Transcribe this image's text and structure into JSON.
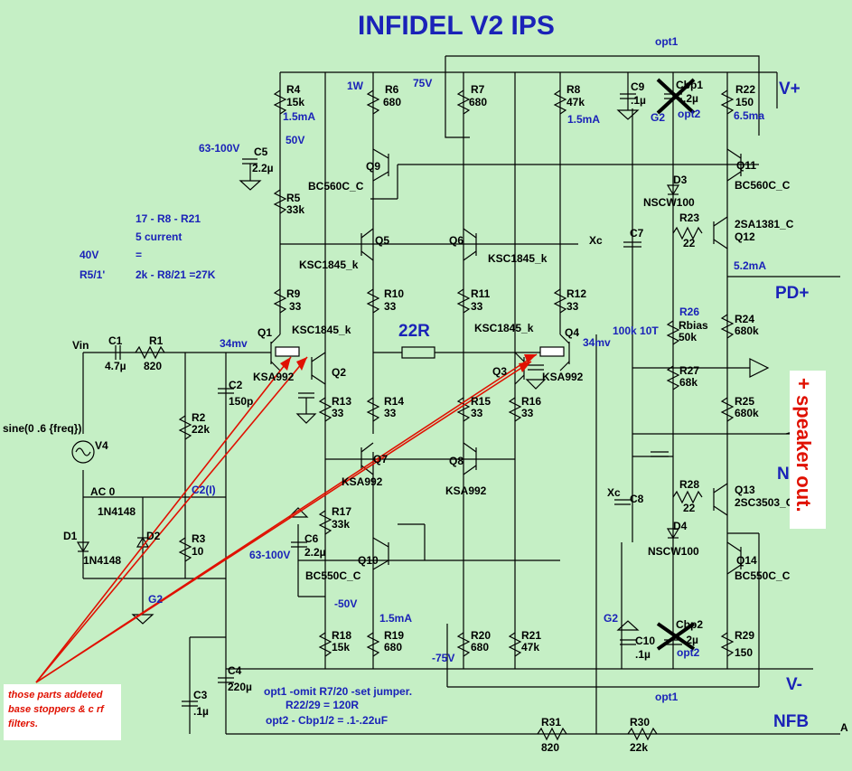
{
  "title": "INFIDEL V2 IPS",
  "power_labels": {
    "vplus": "V+",
    "vminus": "V-",
    "pdplus": "PD+",
    "nfb": "NFB",
    "n": "N",
    "a": "A"
  },
  "speaker_label": "+ speaker out.",
  "note": "those parts addeted base stoppers & c rf filters.",
  "labels": {
    "opt1_top": "opt1",
    "opt1_bot": "opt1",
    "opt2_top": "opt2",
    "opt2_bot": "opt2",
    "r4": "R4",
    "r4v": "15k",
    "r4i": "1.5mA",
    "v50": "50V",
    "w1": "1W",
    "r6": "R6",
    "r6v": "680",
    "v75": "75V",
    "r7": "R7",
    "r7v": "680",
    "r8": "R8",
    "r8v": "47k",
    "r8i": "1.5mA",
    "c9": "C9",
    "c9v": ".1µ",
    "cbp1": "Cbp1",
    "cbp1v": ".2µ",
    "g2a": "G2",
    "r22": "R22",
    "r22v": "150",
    "r22i": "6.5ma",
    "v63a": "63-100V",
    "c5": "C5",
    "c5v": "2.2µ",
    "q9": "Q9",
    "bc560a": "BC560C_C",
    "q11": "Q11",
    "bc560b": "BC560C_C",
    "d3": "D3",
    "nscw1": "NSCW100",
    "r5": "R5",
    "r5v": "33k",
    "r23": "R23",
    "r23v": "22",
    "sa1381": "2SA1381_C",
    "q12": "Q12",
    "n1": "17 - R8 - R21",
    "n2": "5 current",
    "n3": "40V",
    "n3b": "=",
    "n4": "R5/1'",
    "n5": "2k - R8/21 =27K",
    "q5": "Q5",
    "ksc1845a": "KSC1845_k",
    "q6": "Q6",
    "ksc1845b": "KSC1845_k",
    "xc1": "Xc",
    "c7": "C7",
    "i52": "5.2mA",
    "r9": "R9",
    "r9v": "33",
    "r10": "R10",
    "r10v": "33",
    "r11": "R11",
    "r11v": "33",
    "r12": "R12",
    "r12v": "33",
    "r26": "R26",
    "rbias": "Rbias",
    "r26v": "50k",
    "vin": "Vin",
    "c1": "C1",
    "c1v": "4.7µ",
    "r1": "R1",
    "r1v": "820",
    "mv34a": "34mv",
    "q1": "Q1",
    "ksc1845c": "KSC1845_k",
    "r22ohm": "22R",
    "ksc1845d": "KSC1845_k",
    "q4": "Q4",
    "mv34b": "34mv",
    "k100": "100k 10T",
    "r24": "R24",
    "r24v": "680k",
    "ksa992a": "KSA992",
    "q2": "Q2",
    "q3": "Q3",
    "ksa992b": "KSA992",
    "c2": "C2",
    "c2v": "150p",
    "r27": "R27",
    "r27v": "68k",
    "sine": "sine(0 .6 {freq})",
    "r2": "R2",
    "r2v": "22k",
    "r13": "R13",
    "r13v": "33",
    "r14": "R14",
    "r14v": "33",
    "r15": "R15",
    "r15v": "33",
    "r16": "R16",
    "r16v": "33",
    "r25": "R25",
    "r25v": "680k",
    "v4": "V4",
    "q7": "Q7",
    "ksa992c": "KSA992",
    "q8": "Q8",
    "ksa992d": "KSA992",
    "ac0": "AC 0",
    "c2i": "C2(I)",
    "xc2": "Xc",
    "c8": "C8",
    "r28": "R28",
    "r28v": "22",
    "q13": "Q13",
    "sc3503": "2SC3503_C",
    "n1n4148a": "1N4148",
    "d2": "D2",
    "d1": "D1",
    "n1n4148b": "1N4148",
    "r3": "R3",
    "r3v": "10",
    "r17": "R17",
    "r17v": "33k",
    "c6": "C6",
    "c6v": "2.2µ",
    "v63b": "63-100V",
    "q10": "Q10",
    "bc550a": "BC550C_C",
    "d4": "D4",
    "nscw2": "NSCW100",
    "q14": "Q14",
    "bc550b": "BC550C_C",
    "g2b": "G2",
    "v50n": "-50V",
    "i15c": "1.5mA",
    "g2c": "G2",
    "cbp2": "Cbp2",
    "cbp2v": ".2µ",
    "c10": "C10",
    "c10v": ".1µ",
    "r18": "R18",
    "r18v": "15k",
    "r19": "R19",
    "r19v": "680",
    "r20": "R20",
    "r20v": "680",
    "r21": "R21",
    "r21v": "47k",
    "r29": "R29",
    "r29v": "150",
    "v75n": "-75V",
    "c4": "C4",
    "c4v": "220µ",
    "c3": "C3",
    "c3v": ".1µ",
    "opt1note": "opt1 -omit R7/20 -set jumper.",
    "r2229": "R22/29 = 120R",
    "opt2note": "opt2 - Cbp1/2 = .1-.22uF",
    "r31": "R31",
    "r31v": "820",
    "r30": "R30",
    "r30v": "22k"
  }
}
